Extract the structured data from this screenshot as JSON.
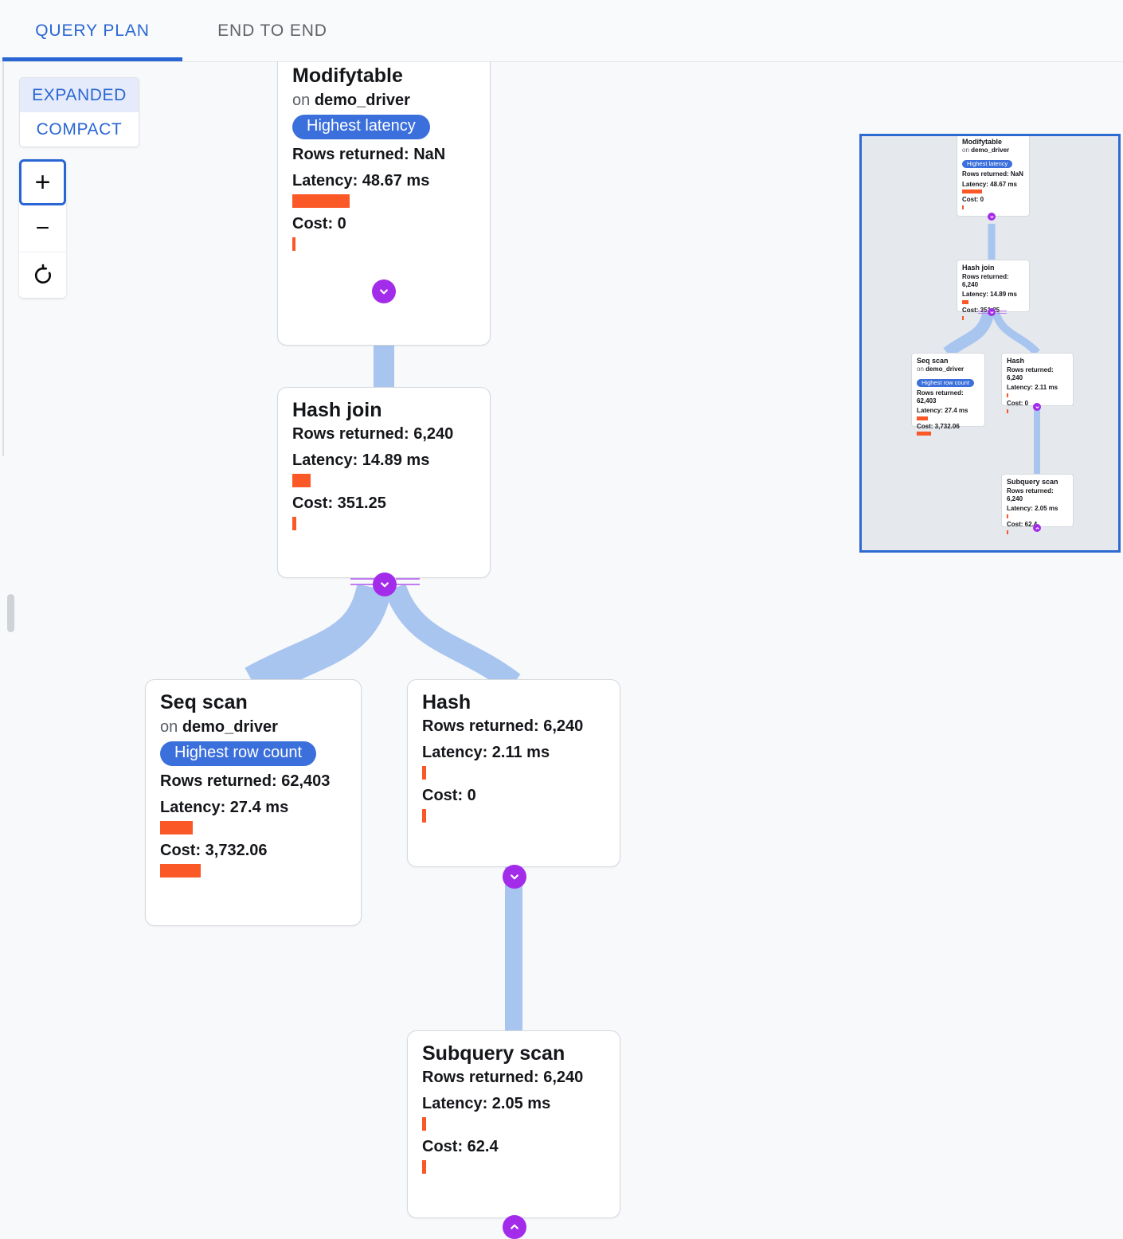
{
  "tabs": [
    {
      "label": "QUERY PLAN",
      "active": true
    },
    {
      "label": "END TO END",
      "active": false
    }
  ],
  "mode_toggle": {
    "expanded_label": "EXPANDED",
    "compact_label": "COMPACT",
    "selected": "EXPANDED"
  },
  "zoom_controls": {
    "zoom_in_label": "+",
    "zoom_out_label": "−",
    "reset_label": "↺"
  },
  "colors": {
    "accent_blue": "#2966d4",
    "badge_blue": "#3b6fdb",
    "bar_orange": "#fb5828",
    "edge_blue": "#a8c5f0",
    "handle_purple": "#a32ceb",
    "minimap_border": "#2e6bd1",
    "minimap_bg": "#e5e8ec"
  },
  "nodes": [
    {
      "id": "modifytable",
      "title": "Modifytable",
      "on_prefix": "on ",
      "on_target": "demo_driver",
      "badge": "Highest latency",
      "rows_label": "Rows returned: NaN",
      "latency_label": "Latency: 48.67 ms",
      "cost_label": "Cost: 0",
      "latency_bar_width": 72,
      "cost_bar_width": 4
    },
    {
      "id": "hash-join",
      "title": "Hash join",
      "rows_label": "Rows returned: 6,240",
      "latency_label": "Latency: 14.89 ms",
      "cost_label": "Cost: 351.25",
      "latency_bar_width": 23,
      "cost_bar_width": 5
    },
    {
      "id": "seq-scan",
      "title": "Seq scan",
      "on_prefix": "on ",
      "on_target": "demo_driver",
      "badge": "Highest row count",
      "rows_label": "Rows returned: 62,403",
      "latency_label": "Latency: 27.4 ms",
      "cost_label": "Cost: 3,732.06",
      "latency_bar_width": 41,
      "cost_bar_width": 51
    },
    {
      "id": "hash",
      "title": "Hash",
      "rows_label": "Rows returned: 6,240",
      "latency_label": "Latency: 2.11 ms",
      "cost_label": "Cost: 0",
      "latency_bar_width": 5,
      "cost_bar_width": 5
    },
    {
      "id": "subquery-scan",
      "title": "Subquery scan",
      "rows_label": "Rows returned: 6,240",
      "latency_label": "Latency: 2.05 ms",
      "cost_label": "Cost: 62.4",
      "latency_bar_width": 5,
      "cost_bar_width": 5
    }
  ],
  "minimap": {
    "present": true,
    "nodes": [
      {
        "id": "mini-modifytable",
        "title": "Modifytable",
        "on_prefix": "on ",
        "on_target": "demo_driver",
        "badge": "Highest latency",
        "rows_label": "Rows returned: NaN",
        "latency_label": "Latency: 48.67 ms",
        "cost_label": "Cost: 0",
        "latency_bar_width": 25,
        "cost_bar_width": 2
      },
      {
        "id": "mini-hash-join",
        "title": "Hash join",
        "rows_label": "Rows returned: 6,240",
        "latency_label": "Latency: 14.89 ms",
        "cost_label": "Cost: 351.25",
        "latency_bar_width": 8,
        "cost_bar_width": 2
      },
      {
        "id": "mini-seq-scan",
        "title": "Seq scan",
        "on_prefix": "on ",
        "on_target": "demo_driver",
        "badge": "Highest row count",
        "rows_label": "Rows returned: 62,403",
        "latency_label": "Latency: 27.4 ms",
        "cost_label": "Cost: 3,732.06",
        "latency_bar_width": 14,
        "cost_bar_width": 18
      },
      {
        "id": "mini-hash",
        "title": "Hash",
        "rows_label": "Rows returned: 6,240",
        "latency_label": "Latency: 2.11 ms",
        "cost_label": "Cost: 0",
        "latency_bar_width": 2,
        "cost_bar_width": 2
      },
      {
        "id": "mini-subquery-scan",
        "title": "Subquery scan",
        "rows_label": "Rows returned: 6,240",
        "latency_label": "Latency: 2.05 ms",
        "cost_label": "Cost: 62.4",
        "latency_bar_width": 2,
        "cost_bar_width": 2
      }
    ]
  }
}
